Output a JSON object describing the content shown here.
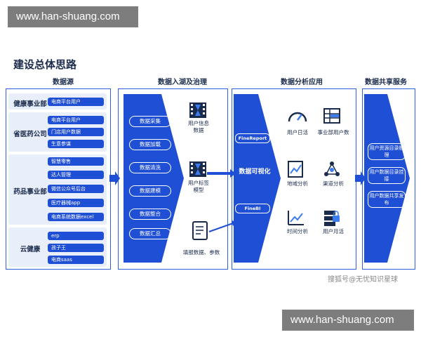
{
  "watermark": "www.han-shuang.com",
  "title": "建设总体思路",
  "columns": {
    "sources": "数据源",
    "ingest": "数据入湖及治理",
    "analysis": "数据分析应用",
    "share": "数据共享服务"
  },
  "groups": [
    {
      "label": "健康事业部",
      "items": [
        "电商平台用户"
      ]
    },
    {
      "label": "省医药公司",
      "items": [
        "电商平台用户",
        "门店用户数据",
        "生意参谋"
      ]
    },
    {
      "label": "药品事业部",
      "items": [
        "智慧零售",
        "达人管理",
        "微信公众号后台",
        "医疗器械app",
        "电商系统数据excel"
      ]
    },
    {
      "label": "云健康",
      "items": [
        "erp",
        "孩子王",
        "电商saas"
      ]
    }
  ],
  "process_steps": [
    "数据采集",
    "数据加载",
    "数据清洗",
    "数据建模",
    "数据整合",
    "数据汇总"
  ],
  "ingest_nodes": {
    "user_info": "用户信息数据",
    "user_tag": "用户标签模型",
    "manual_fill": "填报数据、参数"
  },
  "tools": [
    "FineReport",
    "FineBI"
  ],
  "visualization": "数据可视化",
  "analysis_items": [
    "用户日活",
    "事业部用户数",
    "地域分析",
    "渠道分析",
    "时间分析",
    "用户月活"
  ],
  "share_items": [
    "用户资源目录梳理",
    "用户数据目录挂接",
    "用户数据共享发布"
  ],
  "credit": "搜狐号@无忧知识星球",
  "colors": {
    "accent": "#1f4fd4",
    "dark": "#1a2b4c",
    "panel_border": "#2f5fd9"
  }
}
